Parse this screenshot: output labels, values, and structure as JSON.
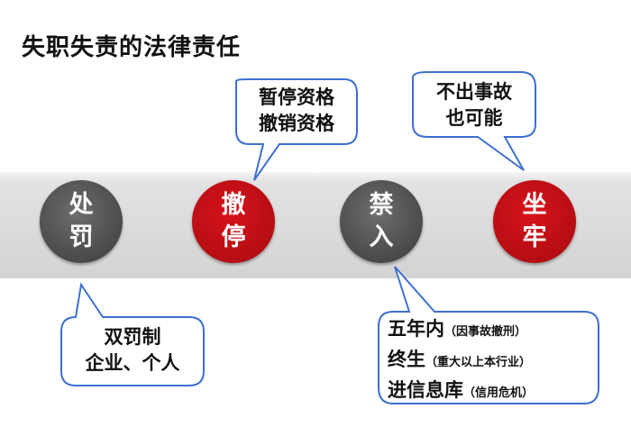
{
  "title": "失职失责的法律责任",
  "colors": {
    "gray_disc": "#4a4a4a",
    "red_disc": "#b50e14",
    "band": "#d9d9d9",
    "bubble_border": "#3d6fd1"
  },
  "stages": [
    {
      "line1": "处",
      "line2": "罚",
      "color": "gray"
    },
    {
      "line1": "撤",
      "line2": "停",
      "color": "red"
    },
    {
      "line1": "禁",
      "line2": "入",
      "color": "gray"
    },
    {
      "line1": "坐",
      "line2": "牢",
      "color": "red"
    }
  ],
  "callouts": {
    "punishment": [
      "双罚制",
      "企业、个人"
    ],
    "suspension": [
      "暂停资格",
      "撤销资格"
    ],
    "jail": [
      "不出事故",
      "也可能"
    ],
    "ban": [
      {
        "main": "五年内",
        "note": "（因事故撤刑）"
      },
      {
        "main": "终生",
        "note": "（重大以上本行业）"
      },
      {
        "main": "进信息库",
        "note": "（信用危机）"
      }
    ]
  }
}
